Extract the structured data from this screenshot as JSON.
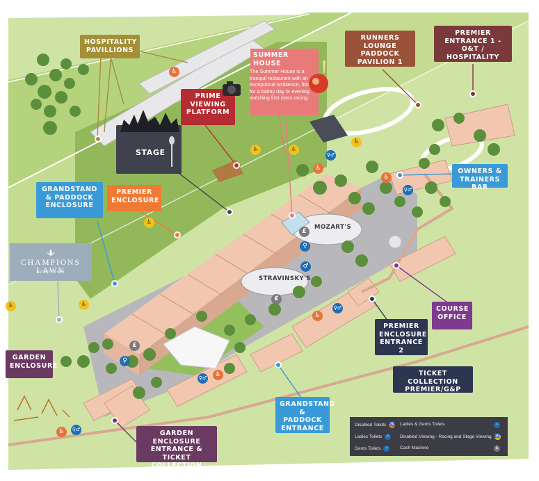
{
  "labels": {
    "hospitality": "HOSPITALITY\nPAVILLIONS",
    "summer_house_title": "SUMMER HOUSE\nRESTAURANT",
    "summer_house_desc": "The Summer House is a tranquil restaurant with an exceptional ambience, fitting for a balmy day or evening watching first class racing.",
    "runners_lounge": "RUNNERS\nLOUNGE PADDOCK\nPAVILION 1",
    "premier_entrance_1": "PREMIER\nENTRANCE 1 -\nO&T / HOSPITALITY",
    "prime_viewing": "PRIME\nVIEWING\nPLATFORM",
    "stage": "STAGE",
    "grandstand_paddock": "GRANDSTAND\n& PADDOCK\nENCLOSURE",
    "premier_enclosure": "PREMIER\nENCLOSURE",
    "owners_trainers": "OWNERS &\nTRAINERS BAR",
    "champions_lawn": "CHAMPIONS LAWN",
    "champions_lawn_sub": "Officers Lawn",
    "course_office": "COURSE\nOFFICE",
    "premier_entrance_2": "PREMIER\nENCLOSURE\nENTRANCE 2",
    "ticket_collection": "TICKET COLLECTION\nPREMIER/G&P",
    "garden_enclosure": "GARDEN\nENCLOSURE",
    "grandstand_entrance": "GRANDSTAND\n& PADDOCK\nENTRANCE",
    "garden_entrance": "GARDEN ENCLOSURE\nENTRANCE &\nTICKET COLLECTION",
    "mozarts": "MOZART'S",
    "stravinskys": "STRAVINSKY'S"
  },
  "legend": {
    "disabled_toilets": "Disabled Toilets",
    "ladies_gents": "Ladies & Gents Toilets",
    "ladies": "Ladies Toilets",
    "disabled_viewing": "Disabled Viewing - Racing and Stage Viewing",
    "gents": "Gents Toilets",
    "cash": "Cash Machine"
  },
  "icons": {
    "disabled": "disabled-toilets-icon",
    "ladies": "ladies-toilets-icon",
    "gents": "gents-toilets-icon",
    "ladies_gents": "ladies-gents-toilets-icon",
    "disabled_viewing": "disabled-viewing-icon",
    "cash": "cash-machine-icon"
  },
  "colors": {
    "olive": "#a58f36",
    "salmon": "#e97a7a",
    "brown": "#9a5239",
    "maroon": "#7a3a3c",
    "crimson": "#b52c33",
    "charcoal": "#3f414d",
    "orange": "#f07a33",
    "blue": "#3a9ad7",
    "purple": "#7d3a8e",
    "navy": "#2c3650",
    "plum": "#6a3a62",
    "grass": "#a8c86a",
    "track": "#c9dc9a"
  }
}
